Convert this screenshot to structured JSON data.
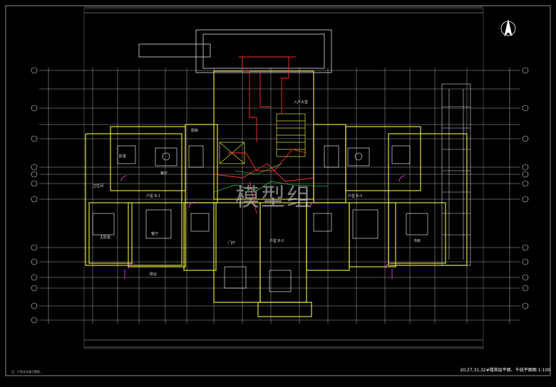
{
  "drawing": {
    "title": "20,27,31,32#楼首层平面、干线平面图",
    "scale": "1:100",
    "note": "注：户型详见施工图纸。",
    "watermark": "模型组",
    "north_label": "北"
  },
  "units": {
    "unit_a": "户型 B-1",
    "unit_b": "户型 B-2",
    "unit_c": "户型 B-3",
    "entrance": "入户大堂"
  },
  "room_labels": [
    "卧室",
    "客厅",
    "餐厅",
    "厨房",
    "卫生间",
    "主卧室",
    "阳台",
    "书房",
    "门厅"
  ],
  "colors": {
    "background": "#000000",
    "wall": "#e0e040",
    "grid": "#d8d8d8",
    "dimension": "#bfbfbf",
    "electrical": "#ff3030",
    "pipe": "#40ff40",
    "furniture": "#ffffff",
    "door": "#ff40ff"
  }
}
